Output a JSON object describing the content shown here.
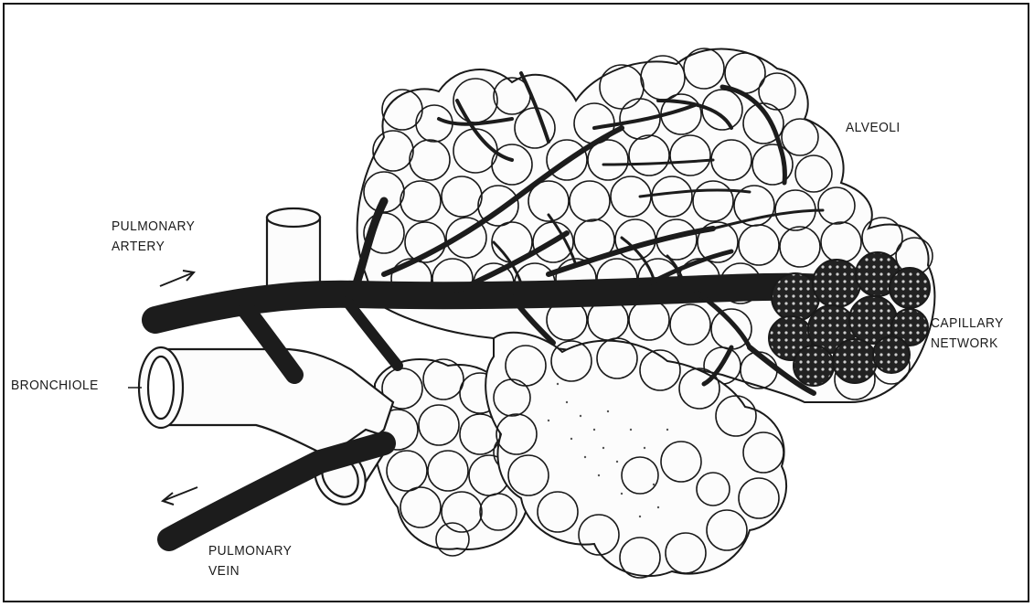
{
  "labels": {
    "alveoli": "ALVEOLI",
    "pulmonary_artery_line1": "PULMONARY",
    "pulmonary_artery_line2": "ARTERY",
    "capillary_line1": "CAPILLARY",
    "capillary_line2": "NETWORK",
    "bronchiole": "BRONCHIOLE",
    "pulmonary_vein_line1": "PULMONARY",
    "pulmonary_vein_line2": "VEIN"
  },
  "colors": {
    "ink": "#1a1a1a",
    "paper": "#ffffff",
    "vessel": "#1c1c1c",
    "alveolus_fill": "#fcfcfc"
  }
}
